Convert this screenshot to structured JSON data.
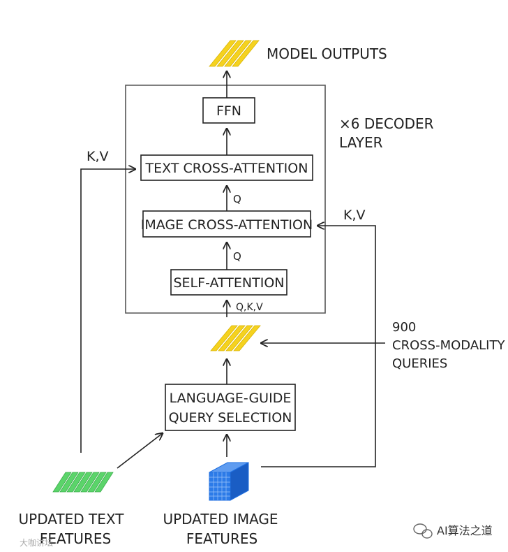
{
  "blocks": {
    "ffn": "FFN",
    "text_cross_attention": "TEXT CROSS-ATTENTION",
    "image_cross_attention": "IMAGE CROSS-ATTENTION",
    "self_attention": "SELF-ATTENTION",
    "query_selection_line1": "LANGUAGE-GUIDE",
    "query_selection_line2": "QUERY SELECTION"
  },
  "labels": {
    "model_outputs": "MODEL OUTPUTS",
    "decoder_line1": "×6 DECODER",
    "decoder_line2": "LAYER",
    "text_kv": "K,V",
    "image_kv": "K,V",
    "q_to_text": "Q",
    "q_to_image": "Q",
    "qkv": "Q,K,V",
    "queries_line1": "900",
    "queries_line2": "CROSS-MODALITY",
    "queries_line3": "QUERIES",
    "text_features_line1": "UPDATED TEXT",
    "text_features_line2": "FEATURES",
    "image_features_line1": "UPDATED IMAGE",
    "image_features_line2": "FEATURES"
  },
  "watermarks": {
    "right": "AI算法之道",
    "left": "大咖讲坛"
  },
  "colors": {
    "query_yellow": "#f5d21f",
    "text_green": "#5bd46a",
    "image_blue": "#1f6fe0",
    "ink": "#222222"
  }
}
